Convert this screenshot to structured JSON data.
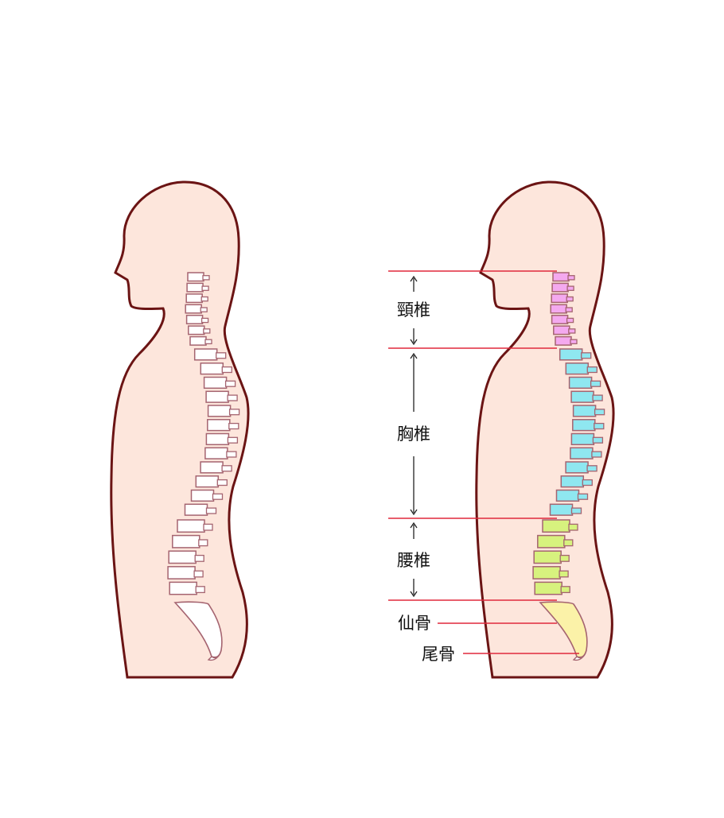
{
  "colors": {
    "background": "#ffffff",
    "skin": "#fde6dc",
    "outline": "#6b1414",
    "vertebra_outline": "#a56470",
    "vertebra_plain": "#ffffff",
    "cervical": "#f4a9ef",
    "thoracic": "#8fe7f0",
    "lumbar": "#d7f27e",
    "sacrum": "#fbf2a8",
    "line": "#e0283c",
    "arrow": "#222222"
  },
  "labels": {
    "cervical": "頸椎",
    "thoracic": "胸椎",
    "lumbar": "腰椎",
    "sacrum": "仙骨",
    "coccyx": "尾骨"
  },
  "counts": {
    "cervical": 7,
    "thoracic": 12,
    "lumbar": 5
  }
}
